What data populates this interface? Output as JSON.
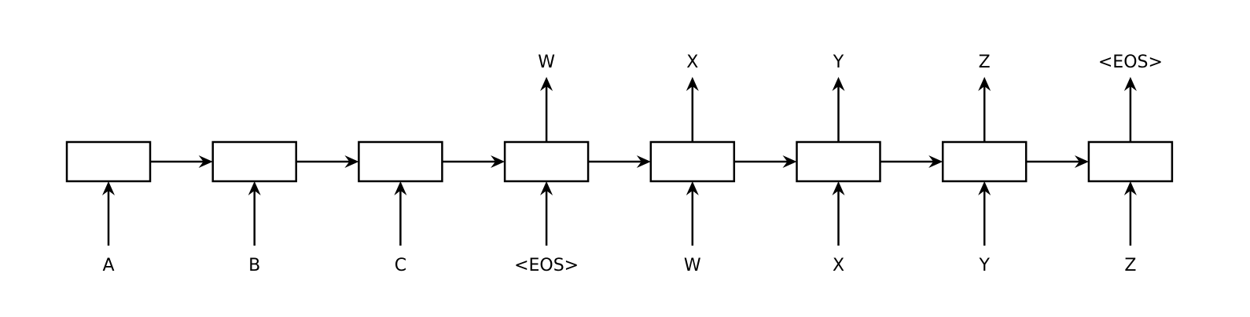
{
  "diagram": {
    "inputs": [
      "A",
      "B",
      "C",
      "<EOS>",
      "W",
      "X",
      "Y",
      "Z"
    ],
    "outputs": [
      "",
      "",
      "",
      "W",
      "X",
      "Y",
      "Z",
      "<EOS>"
    ]
  }
}
